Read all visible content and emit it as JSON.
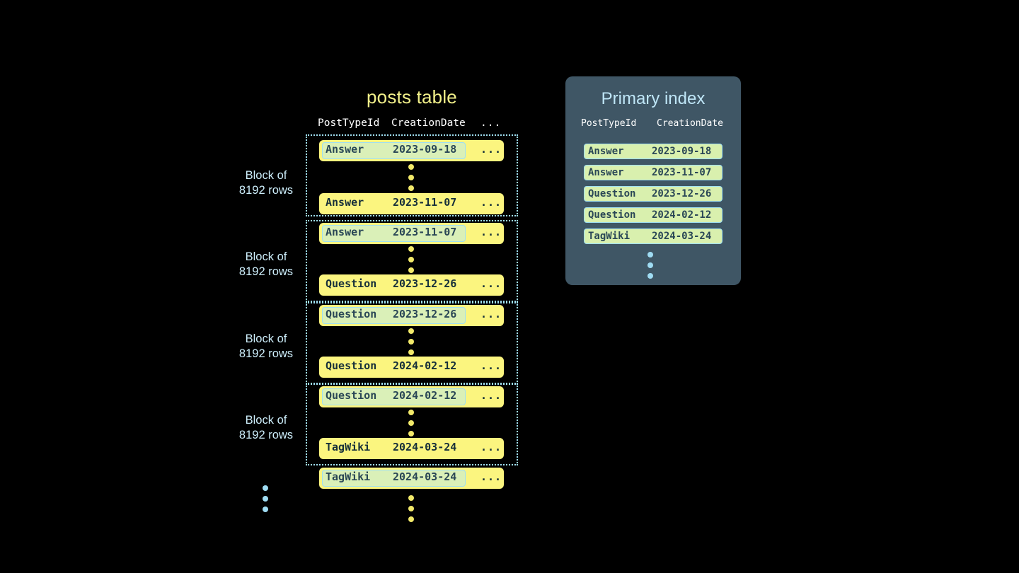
{
  "posts_table": {
    "title": "posts table",
    "columns": [
      "PostTypeId",
      "CreationDate",
      "..."
    ],
    "blocks": [
      {
        "label_line1": "Block of",
        "label_line2": "8192 rows",
        "first_row": {
          "post_type_id": "Answer",
          "creation_date": "2023-09-18",
          "more": "...",
          "highlighted": true
        },
        "last_row": {
          "post_type_id": "Answer",
          "creation_date": "2023-11-07",
          "more": "...",
          "highlighted": false
        }
      },
      {
        "label_line1": "Block of",
        "label_line2": "8192 rows",
        "first_row": {
          "post_type_id": "Answer",
          "creation_date": "2023-11-07",
          "more": "...",
          "highlighted": true
        },
        "last_row": {
          "post_type_id": "Question",
          "creation_date": "2023-12-26",
          "more": "...",
          "highlighted": false
        }
      },
      {
        "label_line1": "Block of",
        "label_line2": "8192 rows",
        "first_row": {
          "post_type_id": "Question",
          "creation_date": "2023-12-26",
          "more": "...",
          "highlighted": true
        },
        "last_row": {
          "post_type_id": "Question",
          "creation_date": "2024-02-12",
          "more": "...",
          "highlighted": false
        }
      },
      {
        "label_line1": "Block of",
        "label_line2": "8192 rows",
        "first_row": {
          "post_type_id": "Question",
          "creation_date": "2024-02-12",
          "more": "...",
          "highlighted": true
        },
        "last_row": {
          "post_type_id": "TagWiki",
          "creation_date": "2024-03-24",
          "more": "...",
          "highlighted": false
        }
      }
    ],
    "trailing_row": {
      "post_type_id": "TagWiki",
      "creation_date": "2024-03-24",
      "more": "...",
      "highlighted": true
    }
  },
  "primary_index": {
    "title": "Primary index",
    "columns": [
      "PostTypeId",
      "CreationDate"
    ],
    "rows": [
      {
        "post_type_id": "Answer",
        "creation_date": "2023-09-18"
      },
      {
        "post_type_id": "Answer",
        "creation_date": "2023-11-07"
      },
      {
        "post_type_id": "Question",
        "creation_date": "2023-12-26"
      },
      {
        "post_type_id": "Question",
        "creation_date": "2024-02-12"
      },
      {
        "post_type_id": "TagWiki",
        "creation_date": "2024-03-24"
      }
    ]
  },
  "colors": {
    "background": "#000000",
    "row_yellow": "#fbf57f",
    "highlight_green": "#daf0b8",
    "accent_blue": "#9fdff2",
    "panel_slate": "#3f5665",
    "title_yellow": "#f2f08a",
    "text_dark": "#17303a",
    "dot_yellow": "#f2e96a"
  }
}
